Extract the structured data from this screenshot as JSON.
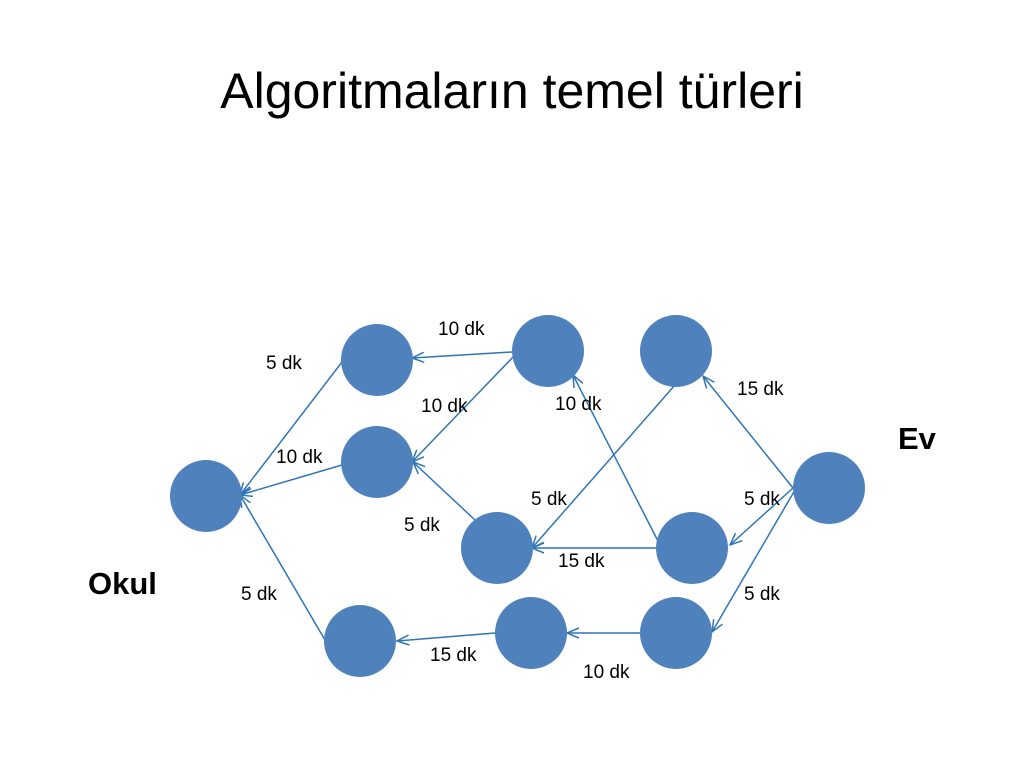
{
  "title": "Algoritmaların temel türleri",
  "endpoints": {
    "start": "Okul",
    "end": "Ev"
  },
  "colors": {
    "node": "#4f81bd",
    "edge": "#2e75b6",
    "text": "#000000"
  },
  "edge_labels": {
    "e1": "10 dk",
    "e2": "5 dk",
    "e3": "10 dk",
    "e4": "10 dk",
    "e5": "15 dk",
    "e6": "10 dk",
    "e7": "5 dk",
    "e8": "5 dk",
    "e9": "5 dk",
    "e10": "15 dk",
    "e11": "5 dk",
    "e12": "15 dk",
    "e13": "10 dk"
  }
}
